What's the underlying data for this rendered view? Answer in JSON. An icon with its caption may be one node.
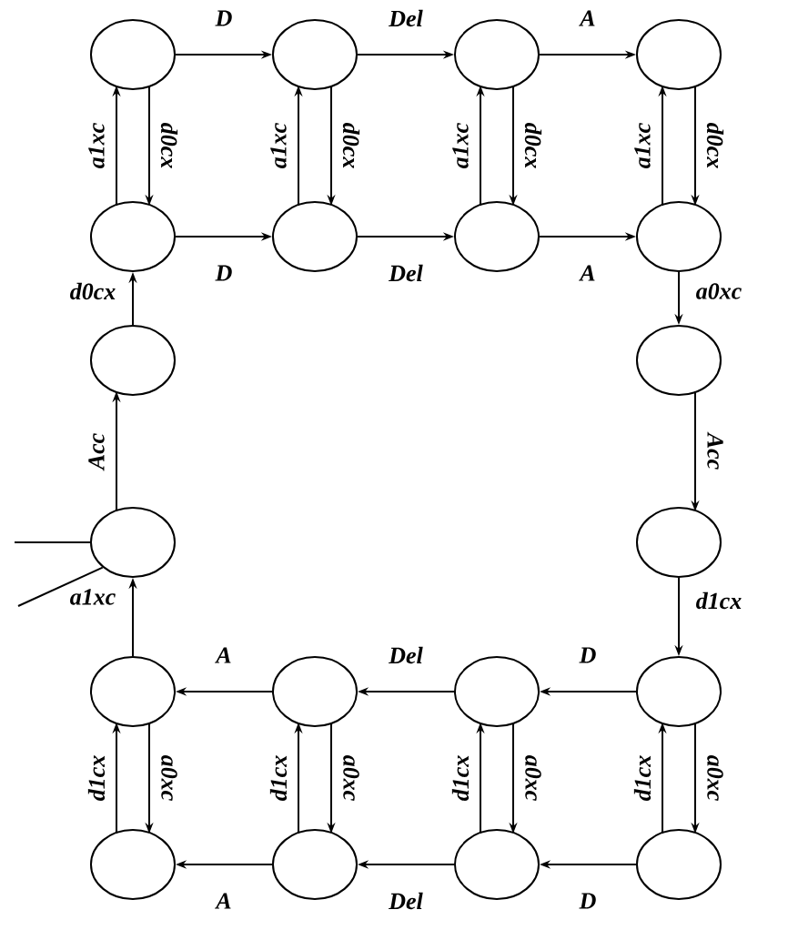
{
  "diagram": {
    "nodes": [
      {
        "text": [],
        "shape": "circle"
      },
      {
        "text": [],
        "shape": "circle"
      },
      {
        "text": [],
        "shape": "circle"
      },
      {
        "text": [],
        "shape": "circle"
      },
      {
        "text": [],
        "shape": "circle"
      },
      {
        "text": [],
        "shape": "circle"
      },
      {
        "text": [],
        "shape": "circle"
      },
      {
        "text": [],
        "shape": "circle"
      },
      {
        "text": [],
        "shape": "circle"
      },
      {
        "text": [],
        "shape": "circle"
      },
      {
        "text": [],
        "shape": "circle"
      },
      {
        "text": [],
        "shape": "circle"
      },
      {
        "text": [],
        "shape": "circle"
      },
      {
        "text": [],
        "shape": "circle"
      },
      {
        "text": [],
        "shape": "circle"
      },
      {
        "text": [],
        "shape": "circle"
      },
      {
        "text": [],
        "shape": "circle"
      },
      {
        "text": [],
        "shape": "circle"
      },
      {
        "text": [],
        "shape": "circle"
      },
      {
        "text": [],
        "shape": "circle"
      }
    ],
    "edges": [
      {
        "from": 0,
        "to": 1,
        "arrow": "to",
        "label": "D"
      },
      {
        "from": 1,
        "to": 2,
        "arrow": "to",
        "label": "Del"
      },
      {
        "from": 2,
        "to": 3,
        "arrow": "to",
        "label": "A"
      },
      {
        "from": 4,
        "to": 5,
        "arrow": "to",
        "label": "D"
      },
      {
        "from": 5,
        "to": 6,
        "arrow": "to",
        "label": "Del"
      },
      {
        "from": 6,
        "to": 7,
        "arrow": "to",
        "label": "A"
      },
      {
        "from": 4,
        "to": 0,
        "arrow": "to",
        "label": "a1xc"
      },
      {
        "from": 0,
        "to": 4,
        "arrow": "to",
        "label": "d0cx"
      },
      {
        "from": 5,
        "to": 1,
        "arrow": "to",
        "label": "a1xc"
      },
      {
        "from": 1,
        "to": 5,
        "arrow": "to",
        "label": "d0cx"
      },
      {
        "from": 6,
        "to": 2,
        "arrow": "to",
        "label": "a1xc"
      },
      {
        "from": 2,
        "to": 6,
        "arrow": "to",
        "label": "d0cx"
      },
      {
        "from": 7,
        "to": 3,
        "arrow": "to",
        "label": "a1xc"
      },
      {
        "from": 3,
        "to": 7,
        "arrow": "to",
        "label": "d0cx"
      },
      {
        "from": 8,
        "to": 4,
        "arrow": "to",
        "label": "d0cx"
      },
      {
        "from": 9,
        "to": 8,
        "arrow": "to",
        "label": "Acc"
      },
      {
        "from": 12,
        "to": 9,
        "arrow": "to",
        "label": "a1xc"
      },
      {
        "from": null,
        "to": 9,
        "arrow": "none"
      },
      {
        "from": null,
        "to": 9,
        "arrow": "none"
      },
      {
        "from": 7,
        "to": 10,
        "arrow": "to",
        "label": "a0xc"
      },
      {
        "from": 10,
        "to": 11,
        "arrow": "to",
        "label": "Acc"
      },
      {
        "from": 11,
        "to": 15,
        "arrow": "to",
        "label": "d1cx"
      },
      {
        "from": 15,
        "to": 14,
        "arrow": "to",
        "label": "D"
      },
      {
        "from": 14,
        "to": 13,
        "arrow": "to",
        "label": "Del"
      },
      {
        "from": 13,
        "to": 12,
        "arrow": "to",
        "label": "A"
      },
      {
        "from": 19,
        "to": 18,
        "arrow": "to",
        "label": "D"
      },
      {
        "from": 18,
        "to": 17,
        "arrow": "to",
        "label": "Del"
      },
      {
        "from": 17,
        "to": 16,
        "arrow": "to",
        "label": "A"
      },
      {
        "from": 16,
        "to": 12,
        "arrow": "to",
        "label": "d1cx"
      },
      {
        "from": 12,
        "to": 16,
        "arrow": "to",
        "label": "a0xc"
      },
      {
        "from": 17,
        "to": 13,
        "arrow": "to",
        "label": "d1cx"
      },
      {
        "from": 13,
        "to": 17,
        "arrow": "to",
        "label": "a0xc"
      },
      {
        "from": 18,
        "to": 14,
        "arrow": "to",
        "label": "d1cx"
      },
      {
        "from": 14,
        "to": 18,
        "arrow": "to",
        "label": "a0xc"
      },
      {
        "from": 19,
        "to": 15,
        "arrow": "to",
        "label": "d1cx"
      },
      {
        "from": 15,
        "to": 19,
        "arrow": "to",
        "label": "a0xc"
      }
    ]
  }
}
